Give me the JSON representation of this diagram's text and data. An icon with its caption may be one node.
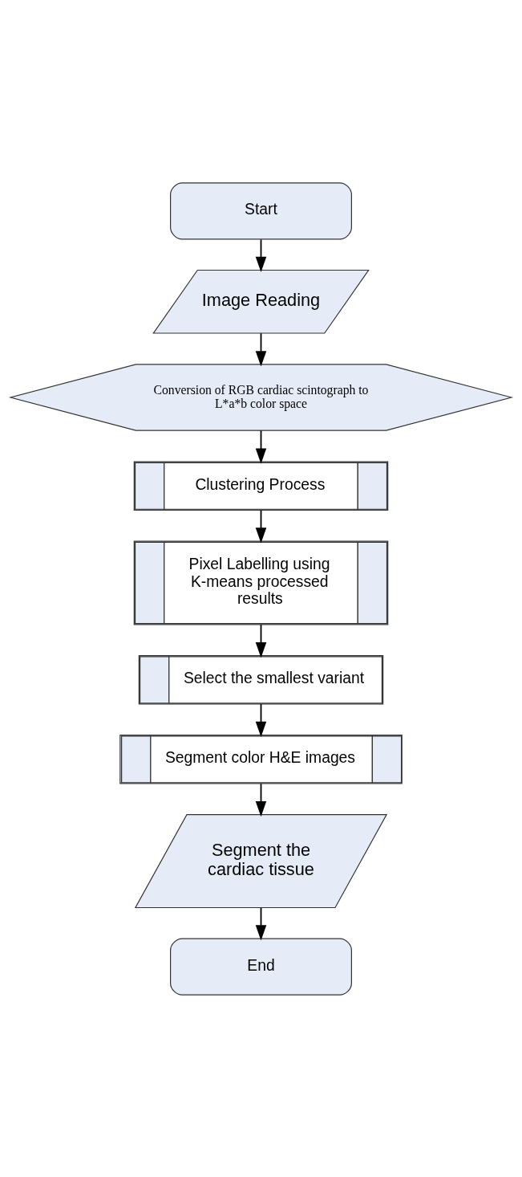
{
  "diagram": {
    "nodes": [
      {
        "text": [
          "Start"
        ]
      },
      {
        "text": [
          "Image Reading"
        ]
      },
      {
        "text": [
          "Conversion of RGB cardiac scintograph to L*a*b color space"
        ]
      },
      {
        "text": [
          "Clustering Process"
        ]
      },
      {
        "text": [
          "Pixel Labelling using K-means processed results"
        ]
      },
      {
        "text": [
          "Select the smallest variant"
        ]
      },
      {
        "text": [
          "Segment color H&E images"
        ]
      },
      {
        "text": [
          "Segment the cardiac tissue"
        ]
      },
      {
        "text": [
          "End"
        ]
      }
    ],
    "edges": [
      {
        "from": 0,
        "to": 1,
        "arrow": "to"
      },
      {
        "from": 1,
        "to": 2,
        "arrow": "to"
      },
      {
        "from": 2,
        "to": 3,
        "arrow": "to"
      },
      {
        "from": 3,
        "to": 4,
        "arrow": "to"
      },
      {
        "from": 4,
        "to": 5,
        "arrow": "to"
      },
      {
        "from": 5,
        "to": 6,
        "arrow": "to"
      },
      {
        "from": 6,
        "to": 7,
        "arrow": "to"
      },
      {
        "from": 7,
        "to": 8,
        "arrow": "to"
      }
    ]
  }
}
